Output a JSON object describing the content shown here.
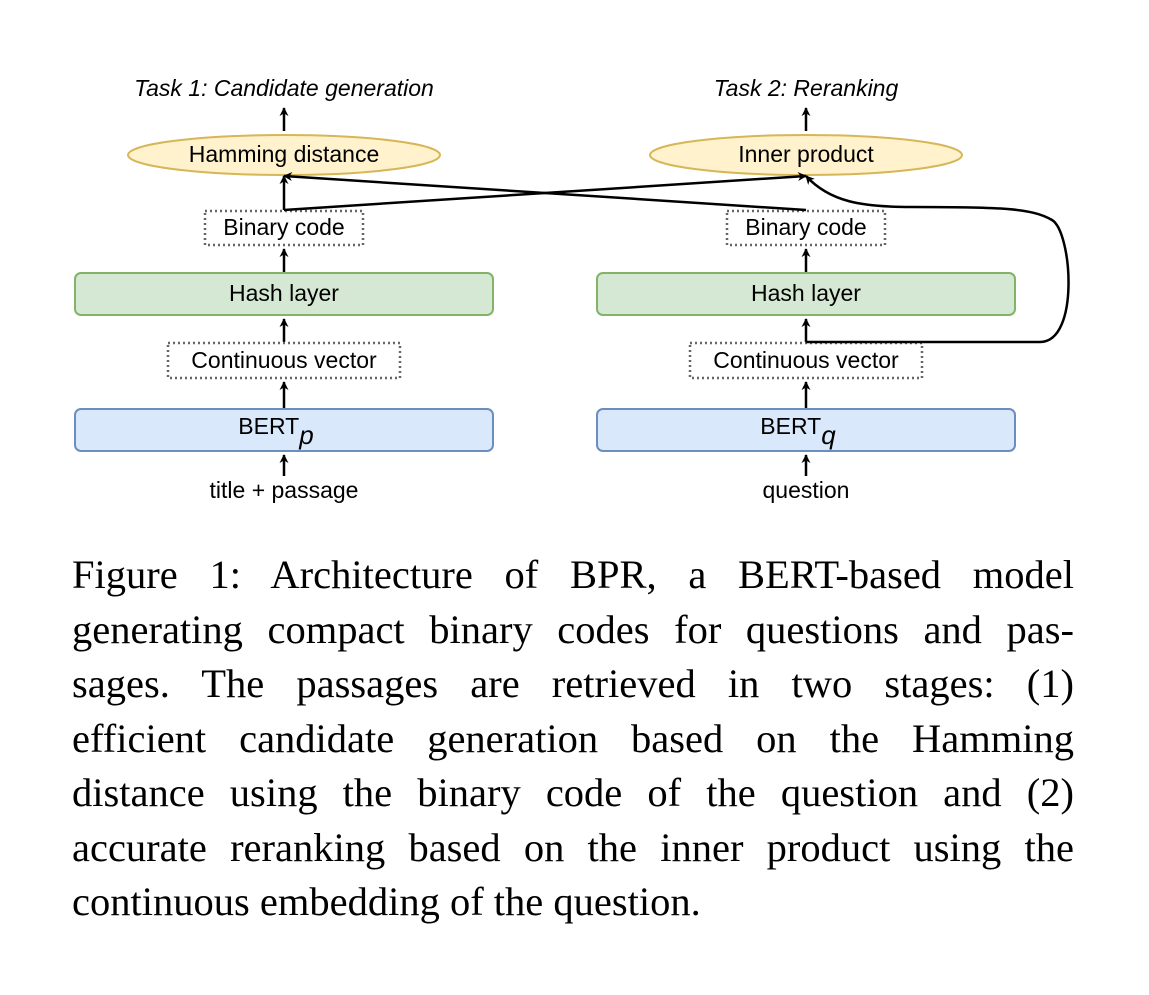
{
  "colors": {
    "ellipse_fill": "#fff2cc",
    "ellipse_stroke": "#d6b656",
    "hash_fill": "#d5e8d4",
    "hash_stroke": "#82b366",
    "bert_fill": "#dae8fc",
    "bert_stroke": "#6c8ebf",
    "dotted_stroke": "#666666"
  },
  "left": {
    "task": "Task 1: Candidate generation",
    "ellipse": "Hamming distance",
    "binary_code": "Binary code",
    "hash_layer": "Hash layer",
    "continuous_vector": "Continuous vector",
    "bert": "BERT",
    "bert_sub": "p",
    "input": "title + passage"
  },
  "right": {
    "task": "Task 2: Reranking",
    "ellipse": "Inner product",
    "binary_code": "Binary code",
    "hash_layer": "Hash layer",
    "continuous_vector": "Continuous vector",
    "bert": "BERT",
    "bert_sub": "q",
    "input": "question"
  },
  "caption": {
    "lines": [
      "Figure 1: Architecture of BPR, a BERT-based model",
      "generating compact binary codes for questions and pas-",
      "sages. The passages are retrieved in two stages: (1)",
      "efficient candidate generation based on the Hamming",
      "distance using the binary code of the question and (2)",
      "accurate reranking based on the inner product using the",
      "continuous embedding of the question."
    ]
  }
}
